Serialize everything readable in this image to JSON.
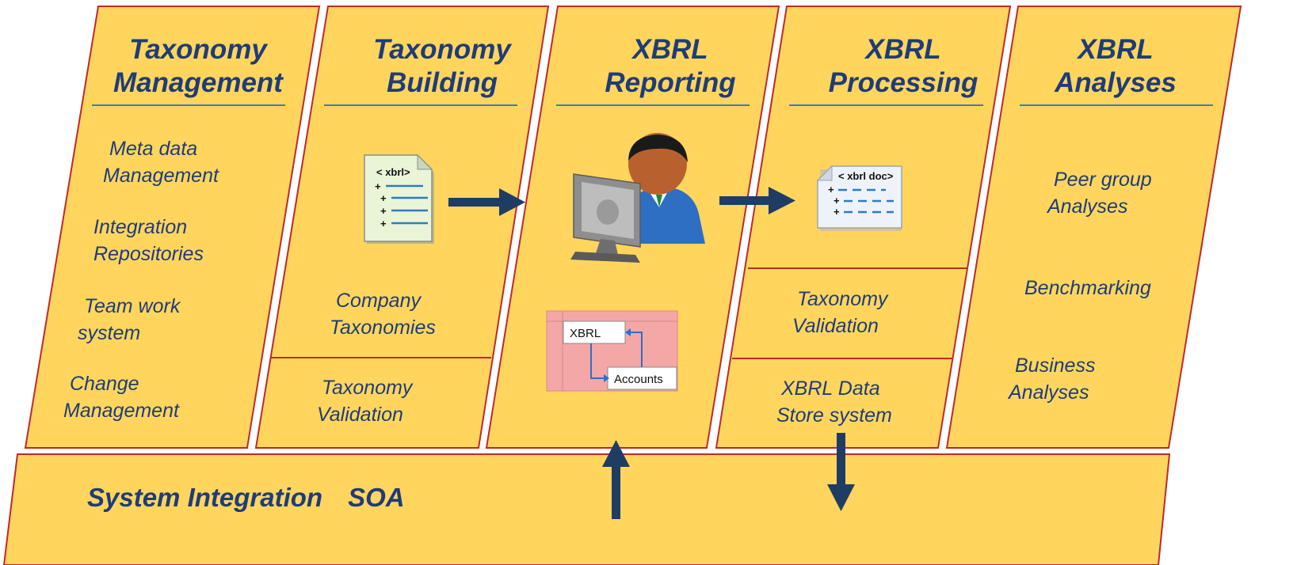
{
  "columns": [
    {
      "id": "taxonomy-management",
      "heading": [
        "Taxonomy",
        "Management"
      ],
      "items": [
        [
          "Meta data",
          "Management"
        ],
        [
          "Integration",
          "Repositories"
        ],
        [
          "Team work",
          "system"
        ],
        [
          "Change",
          "Management"
        ]
      ]
    },
    {
      "id": "taxonomy-building",
      "heading": [
        "Taxonomy",
        "Building"
      ],
      "items": [
        [
          "Company",
          "Taxonomies"
        ]
      ],
      "lower_box": [
        "Taxonomy",
        "Validation"
      ]
    },
    {
      "id": "xbrl-reporting",
      "heading": [
        "XBRL",
        "Reporting"
      ]
    },
    {
      "id": "xbrl-processing",
      "heading": [
        "XBRL",
        "Processing"
      ],
      "boxes": [
        [
          "Taxonomy",
          "Validation"
        ],
        [
          "XBRL Data",
          "Store system"
        ]
      ]
    },
    {
      "id": "xbrl-analyses",
      "heading": [
        "XBRL",
        "Analyses"
      ],
      "items": [
        [
          "Peer group",
          "Analyses"
        ],
        [
          "Benchmarking"
        ],
        [
          "Business",
          "Analyses"
        ]
      ]
    }
  ],
  "icons": {
    "xbrl_doc_label": "< xbrl>",
    "xbrl_doc2_label": "< xbrl doc>",
    "mapping_from": "XBRL",
    "mapping_to": "Accounts"
  },
  "bottom_band": {
    "label1": "System Integration",
    "label2": "SOA"
  },
  "colors": {
    "panel_fill": "#FFD55E",
    "panel_stroke": "#C0282A",
    "text": "#1F3C78",
    "divider": "#3F79B8",
    "arrow": "#1F3C64"
  }
}
